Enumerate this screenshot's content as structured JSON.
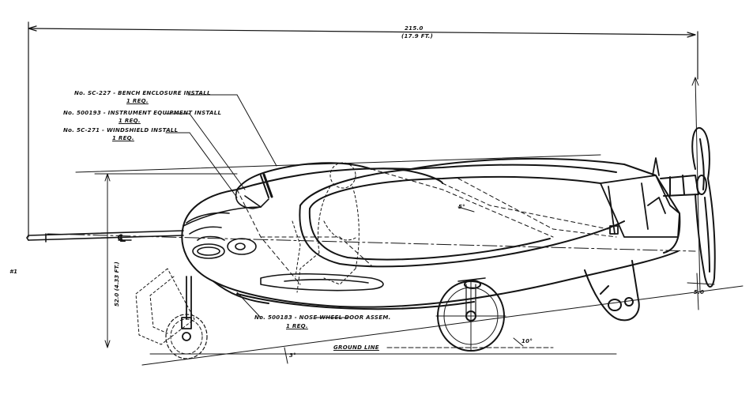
{
  "dimensions": {
    "overall_length": "215.0",
    "overall_length_ft": "(17.9 FT.)",
    "height": "52.0 (4.33 FT.)",
    "prop_clearance": "5.0",
    "angle_rear": "5°",
    "angle_front": "3°",
    "angle_ground": "10°",
    "centerline": "℄"
  },
  "callouts": {
    "canopy": {
      "title": "No. SC-227 - BENCH ENCLOSURE INSTALL",
      "qty": "1 REQ."
    },
    "instrument": {
      "title": "No. 500193 - INSTRUMENT EQUIPMENT INSTALL",
      "qty": "1 REQ."
    },
    "windshield": {
      "title": "No. 5C-271 - WINDSHIELD INSTALL",
      "qty": "1 REQ."
    },
    "nosewheel": {
      "title": "No. 500183 - NOSE WHEEL DOOR ASSEM.",
      "qty": "1 REQ."
    }
  },
  "ground_line": "GROUND LINE",
  "margin_mark": "#1",
  "colors": {
    "ink": "#141414",
    "paper": "#ffffff"
  }
}
